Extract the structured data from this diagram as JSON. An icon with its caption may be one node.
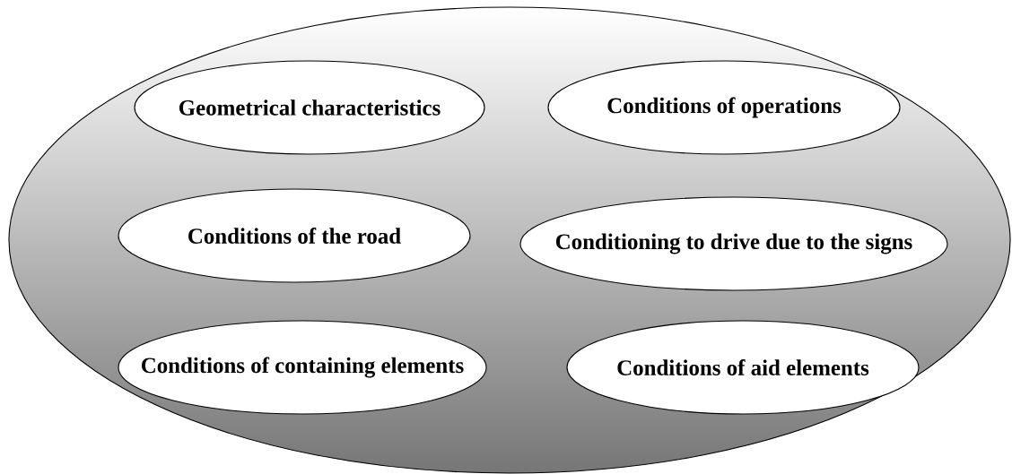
{
  "diagram": {
    "nodes": [
      {
        "text": [],
        "shape": "ellipse"
      },
      {
        "text": [
          "Geometrical characteristics"
        ],
        "in": 0
      },
      {
        "text": [
          "Conditions of operations"
        ],
        "in": 0
      },
      {
        "text": [
          "Conditions of the road"
        ],
        "in": 0
      },
      {
        "text": [
          "Conditioning to drive due to the signs"
        ],
        "in": 0
      },
      {
        "text": [
          "Conditions of containing elements"
        ],
        "in": 0
      },
      {
        "text": [
          "Conditions of aid elements"
        ],
        "in": 0
      }
    ]
  }
}
